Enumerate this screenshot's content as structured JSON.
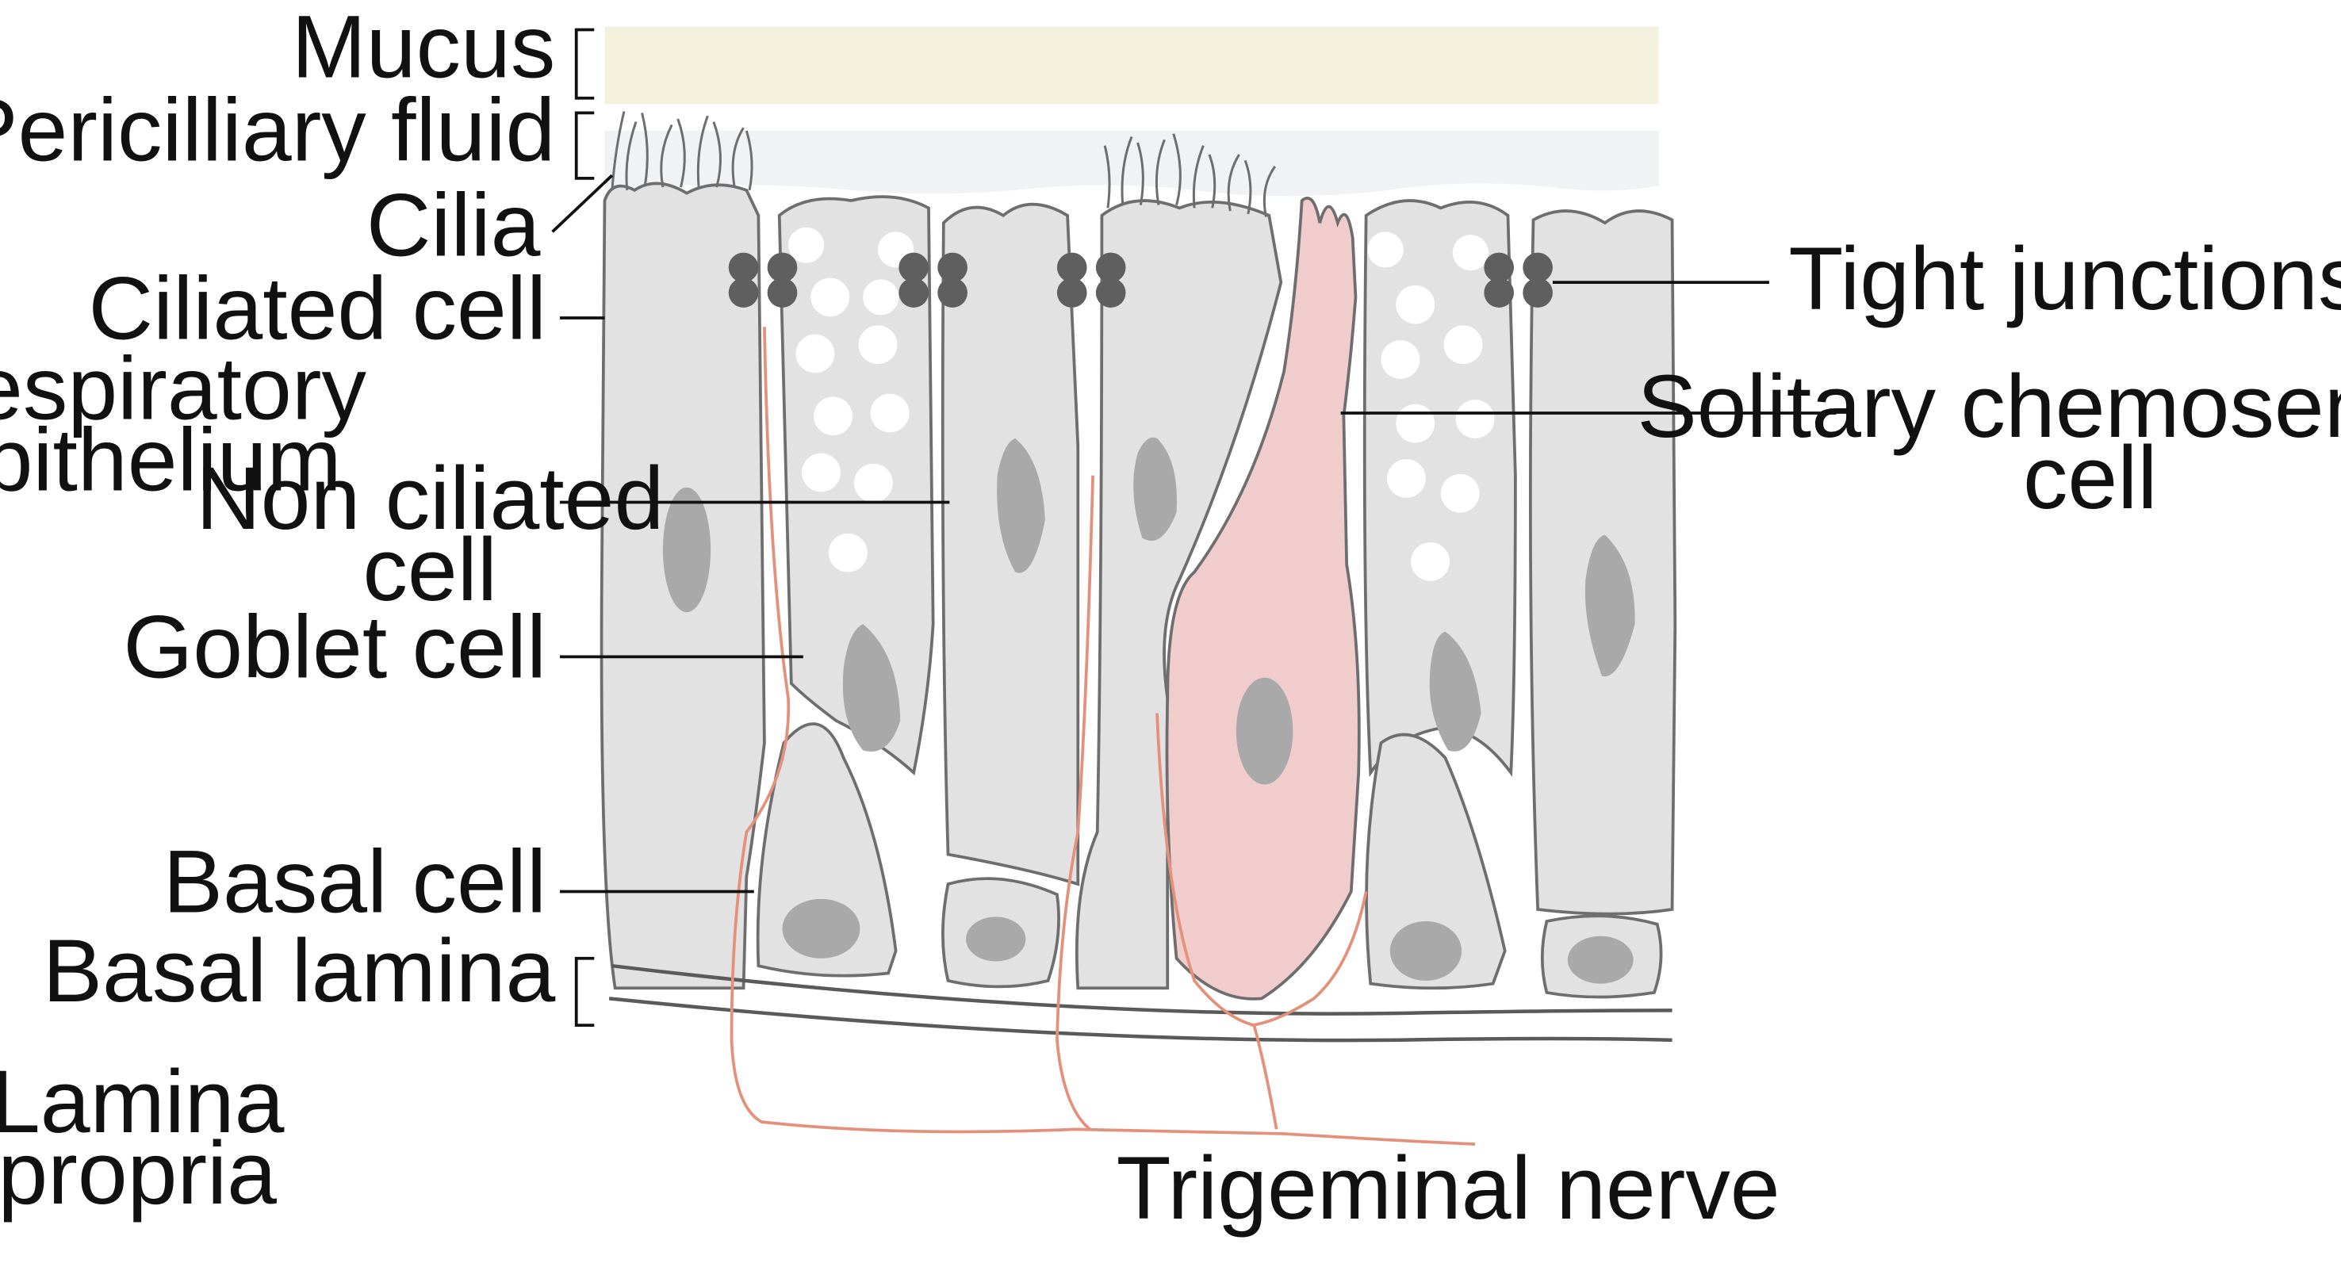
{
  "labels": {
    "mucus": "Mucus",
    "periciliary_fluid": "Pericilliary fluid",
    "cilia": "Cilia",
    "ciliated_cell": "Ciliated cell",
    "respiratory_epithelium_1": "Respiratory",
    "respiratory_epithelium_2": "epithelium",
    "non_ciliated_cell_1": "Non ciliated",
    "non_ciliated_cell_2": "cell",
    "goblet_cell": "Goblet cell",
    "basal_cell": "Basal cell",
    "basal_lamina": "Basal lamina",
    "lamina_propria_1": "Lamina",
    "lamina_propria_2": "propria",
    "tight_junctions": "Tight junctions",
    "solitary_chemosensory_cell_1": "Solitary chemosensory",
    "solitary_chemosensory_cell_2": "cell",
    "trigeminal_nerve": "Trigeminal nerve"
  },
  "colors": {
    "mucus": "#f3f1dc",
    "periciliary_fluid": "#f1f2f4",
    "cell_fill": "#e2e2e2",
    "cell_outline": "#6e6e6e",
    "nucleus": "#a9a9a9",
    "chemosensory_cell": "#f1cccc",
    "nerve": "#e4917c",
    "junction": "#5f5f5f",
    "leader_line": "#111111"
  }
}
